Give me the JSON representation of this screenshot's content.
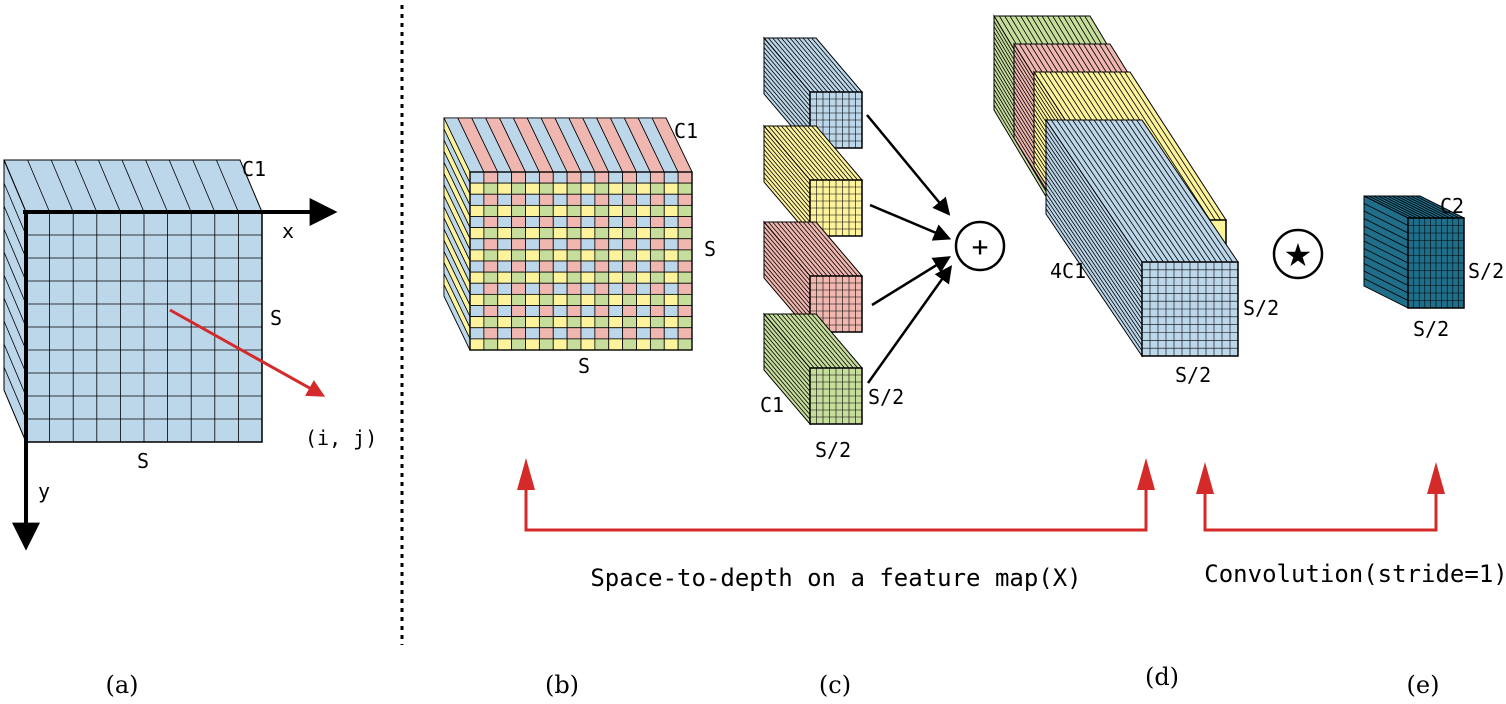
{
  "colors": {
    "blue": "#bcd6ea",
    "yellow": "#fdf39c",
    "pink": "#efb7b0",
    "green": "#c6dd9c",
    "teal": "#1f6f8b",
    "red": "#d42a2a"
  },
  "panel_a": {
    "label_c1": "C1",
    "label_s_right": "S",
    "label_s_bottom": "S",
    "axis_x": "x",
    "axis_y": "y",
    "point": "(i, j)",
    "caption": "(a)"
  },
  "panel_b": {
    "label_c1": "C1",
    "label_s_right": "S",
    "label_s_bottom": "S",
    "caption": "(b)"
  },
  "panel_c": {
    "label_c1": "C1",
    "label_s2_right": "S/2",
    "label_s2_bottom": "S/2",
    "concat_symbol": "+",
    "caption": "(c)"
  },
  "panel_d": {
    "label_4c1": "4C1",
    "label_s2_right": "S/2",
    "label_s2_bottom": "S/2",
    "conv_symbol": "★",
    "caption": "(d)"
  },
  "panel_e": {
    "label_c2": "C2",
    "label_s2_right": "S/2",
    "label_s2_bottom": "S/2",
    "caption": "(e)"
  },
  "annotations": {
    "space_to_depth": "Space-to-depth on a feature map(X)",
    "convolution": "Convolution(stride=1)"
  }
}
